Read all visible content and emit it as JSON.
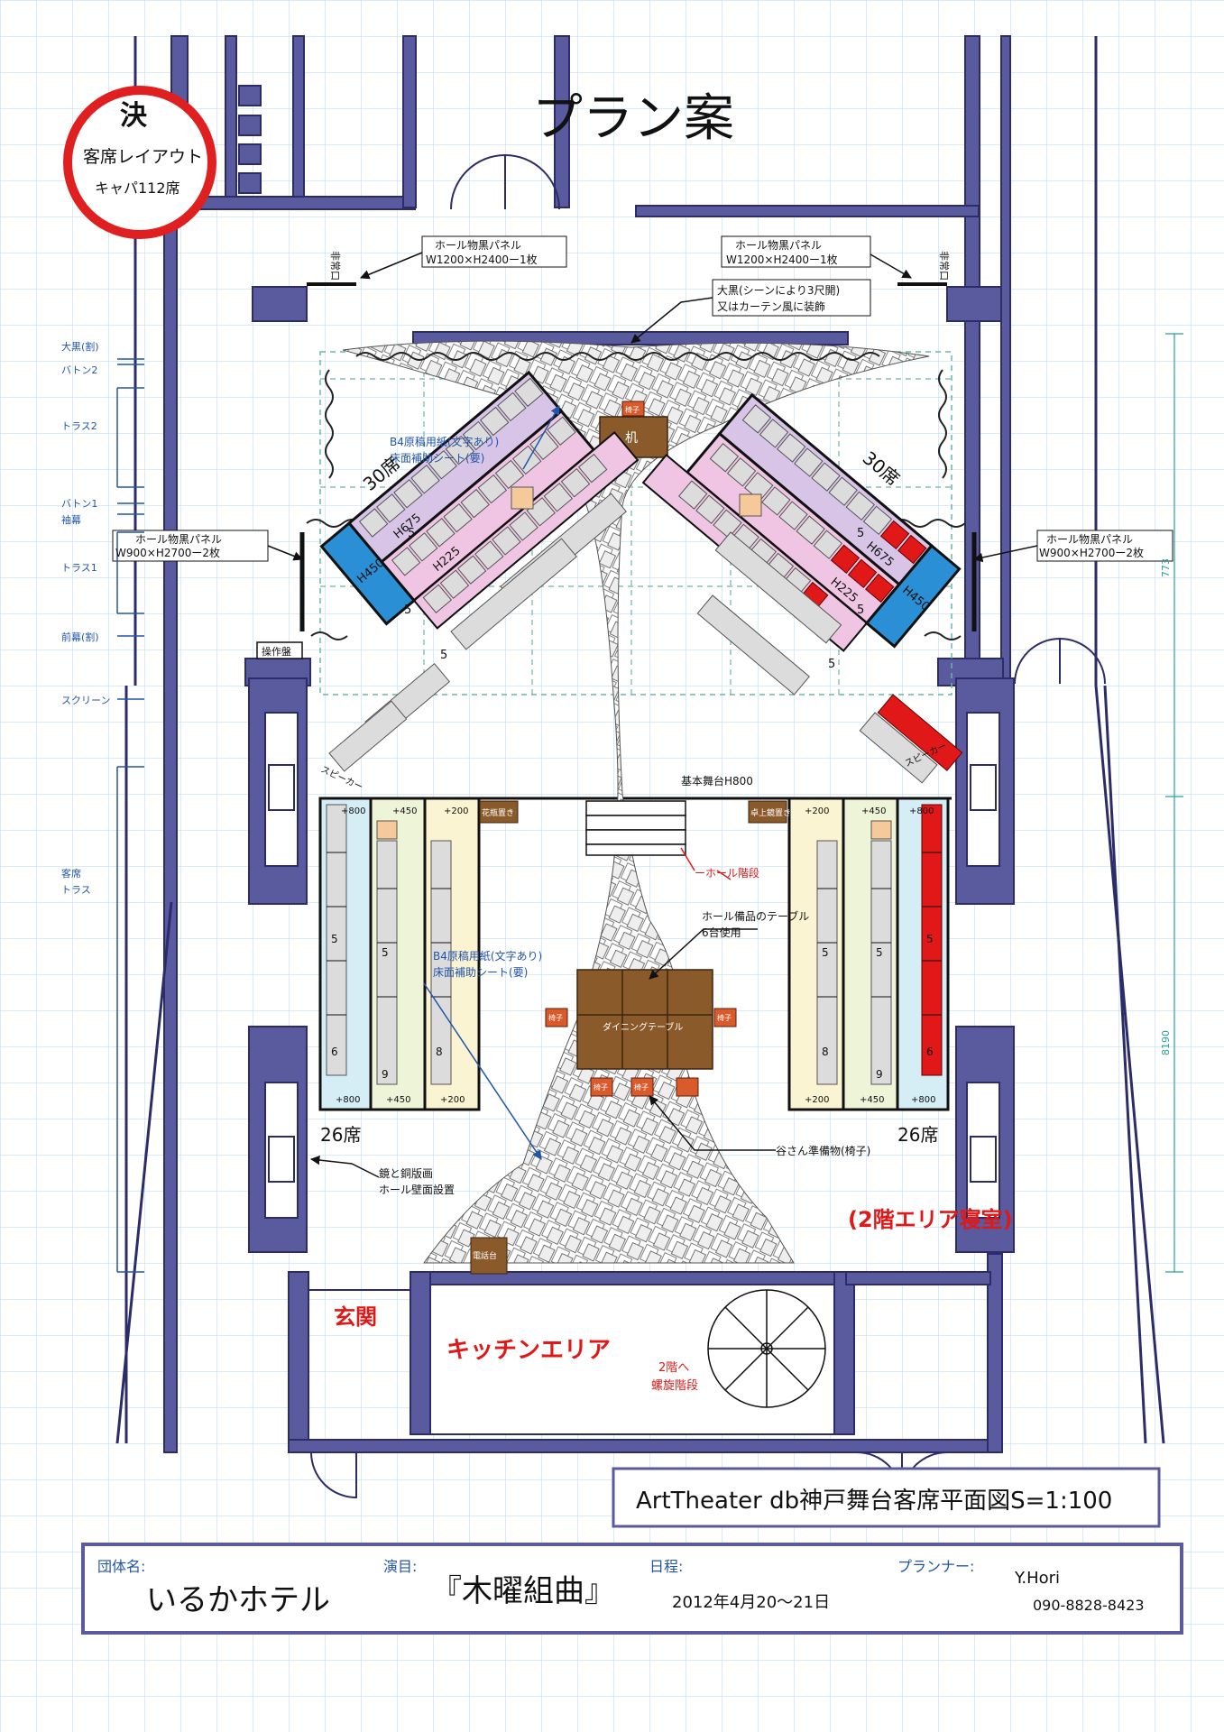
{
  "title": "プラン案",
  "stamp": {
    "big": "決",
    "line1": "客席レイアウト",
    "line2": "キャパ112席"
  },
  "callouts": {
    "panel_top": "ホール物黒パネル",
    "panel_top_size": "W1200×H2400ー1枚",
    "panel_side": "ホール物黒パネル",
    "panel_side_size": "W900×H2700ー2枚",
    "oguro_line1": "大黒(シーンにより3尺開)",
    "oguro_line2": "又はカーテン風に装飾",
    "paper_line1": "B4原稿用紙(文字あり)",
    "paper_line2": "床面補助シート(要)",
    "stage_base": "基本舞台H800",
    "hall_stairs": "ーホール階段",
    "table_line1": "ホール備品のテーブル",
    "table_line2": "6台使用",
    "chairs_note": "谷さん準備物(椅子)",
    "mirror_line1": "鏡と銅版画",
    "mirror_line2": "ホール壁面設置",
    "door_tag": "非常口"
  },
  "left_labels": [
    "大黒(割)",
    "バトン2",
    "トラス2",
    "バトン1",
    "袖幕",
    "トラス1",
    "前幕(割)",
    "スクリーン",
    "客席",
    "トラス"
  ],
  "dimensions": {
    "upper": "773",
    "lower": "8190"
  },
  "furniture": {
    "desk": "机",
    "chair": "椅子",
    "dining": "ダイニングテーブル",
    "phone": "電話台",
    "flower": "花瓶置き",
    "lamp": "卓上鏡置き",
    "console": "操作盤",
    "speaker": "スピーカー"
  },
  "seating": {
    "thirty": "30席",
    "twentysix": "26席",
    "h450": "H450",
    "h675": "H675",
    "h225": "H225",
    "five": "5",
    "six": "6",
    "eight": "8",
    "nine": "9",
    "p800": "+800",
    "p450": "+450",
    "p200": "+200"
  },
  "areas": {
    "entrance": "玄関",
    "kitchen": "キッチンエリア",
    "stairs_line1": "2階へ",
    "stairs_line2": "螺旋階段",
    "second_floor": "(2階エリア寝室)"
  },
  "plan_caption": "ArtTheater db神戸舞台客席平面図S=1:100",
  "footer": {
    "group_label": "団体名:",
    "group_value": "いるかホテル",
    "title_label": "演目:",
    "title_value": "『木曜組曲』",
    "date_label": "日程:",
    "date_value": "2012年4月20〜21日",
    "planner_label": "プランナー:",
    "planner_name": "Y.Hori",
    "planner_phone": "090-8828-8423"
  },
  "colors": {
    "wall": "#5a5a9e",
    "wall_edge": "#2c2c6a",
    "grid": "#b6d7ef",
    "stamp": "#e02020",
    "blue_riser": "#2b8fd6",
    "lilac": "#d7c4e6",
    "pink": "#efc5e3",
    "red_seat": "#e01818",
    "wood": "#8b5a2b",
    "note_blue": "#2255aa",
    "teal": "#2aa198"
  }
}
